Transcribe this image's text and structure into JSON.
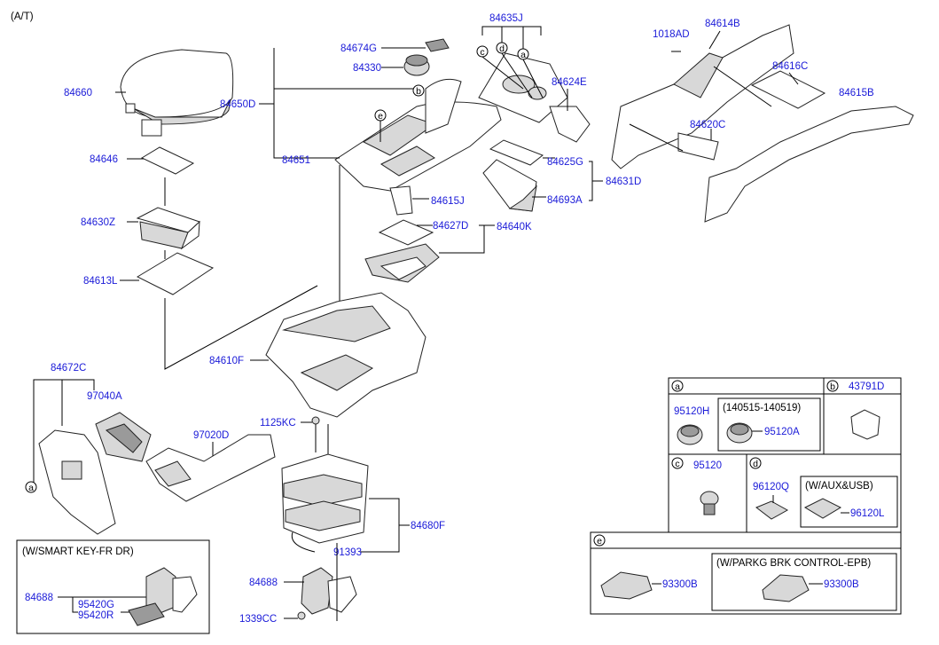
{
  "header": {
    "note": "(A/T)"
  },
  "callouts": {
    "a": "a",
    "b": "b",
    "c": "c",
    "d": "d",
    "e": "e"
  },
  "parts": {
    "p84660": "84660",
    "p84646": "84646",
    "p84630Z": "84630Z",
    "p84613L": "84613L",
    "p84674G": "84674G",
    "p84330": "84330",
    "p84650D": "84650D",
    "p84651": "84651",
    "p84635J": "84635J",
    "p84624E": "84624E",
    "p84625G": "84625G",
    "p84693A": "84693A",
    "p84631D": "84631D",
    "p84615J": "84615J",
    "p84627D": "84627D",
    "p84640K": "84640K",
    "p1018AD": "1018AD",
    "p84614B": "84614B",
    "p84616C": "84616C",
    "p84615B": "84615B",
    "p84620C": "84620C",
    "p84610F": "84610F",
    "p84672C": "84672C",
    "p97040A": "97040A",
    "p97020D": "97020D",
    "p1125KC": "1125KC",
    "p84680F": "84680F",
    "p91393": "91393",
    "p84688": "84688",
    "p1339CC": "1339CC",
    "p84688b": "84688",
    "p95420G": "95420G",
    "p95420R": "95420R"
  },
  "smart_key_box": {
    "title": "(W/SMART KEY-FR DR)"
  },
  "detail_panels": {
    "a": {
      "p1": "95120H",
      "sub_title": "(140515-140519)",
      "p2": "95120A"
    },
    "b": {
      "p1": "43791D"
    },
    "c": {
      "p1": "95120"
    },
    "d": {
      "p1": "96120Q",
      "sub_title": "(W/AUX&USB)",
      "p2": "96120L"
    },
    "e": {
      "p1": "93300B",
      "sub_title": "(W/PARKG BRK CONTROL-EPB)",
      "p2": "93300B"
    }
  },
  "colors": {
    "label": "#1a1ad8",
    "line": "#000000"
  }
}
